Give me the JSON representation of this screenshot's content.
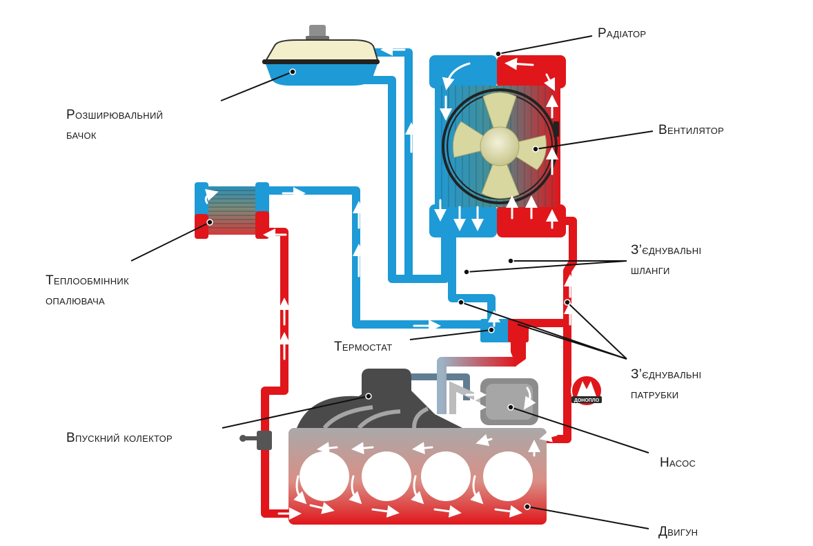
{
  "labels": {
    "radiator": "Радіатор",
    "fan": "Вентилятор",
    "expansion_tank": [
      "Розширювальний",
      "бачок"
    ],
    "heater_core": [
      "Теплообмінник",
      "опалювача"
    ],
    "hoses": [
      "З’єднувальні",
      "шланги"
    ],
    "thermostat": "Термостат",
    "pipes": [
      "З’єднувальні",
      "патрубки"
    ],
    "intake_manifold": "Впускний колектор",
    "pump": "Насос",
    "engine": "Двигун"
  },
  "logo": {
    "text": "ДОНОПЛО"
  },
  "colors": {
    "cold": "#1e9ad6",
    "hot": "#e0161b",
    "dark_gray": "#4a4a4a",
    "mid_gray": "#8c8c8c",
    "light_gray": "#b3b3b3",
    "fan_blade": "#d9d7a0"
  }
}
